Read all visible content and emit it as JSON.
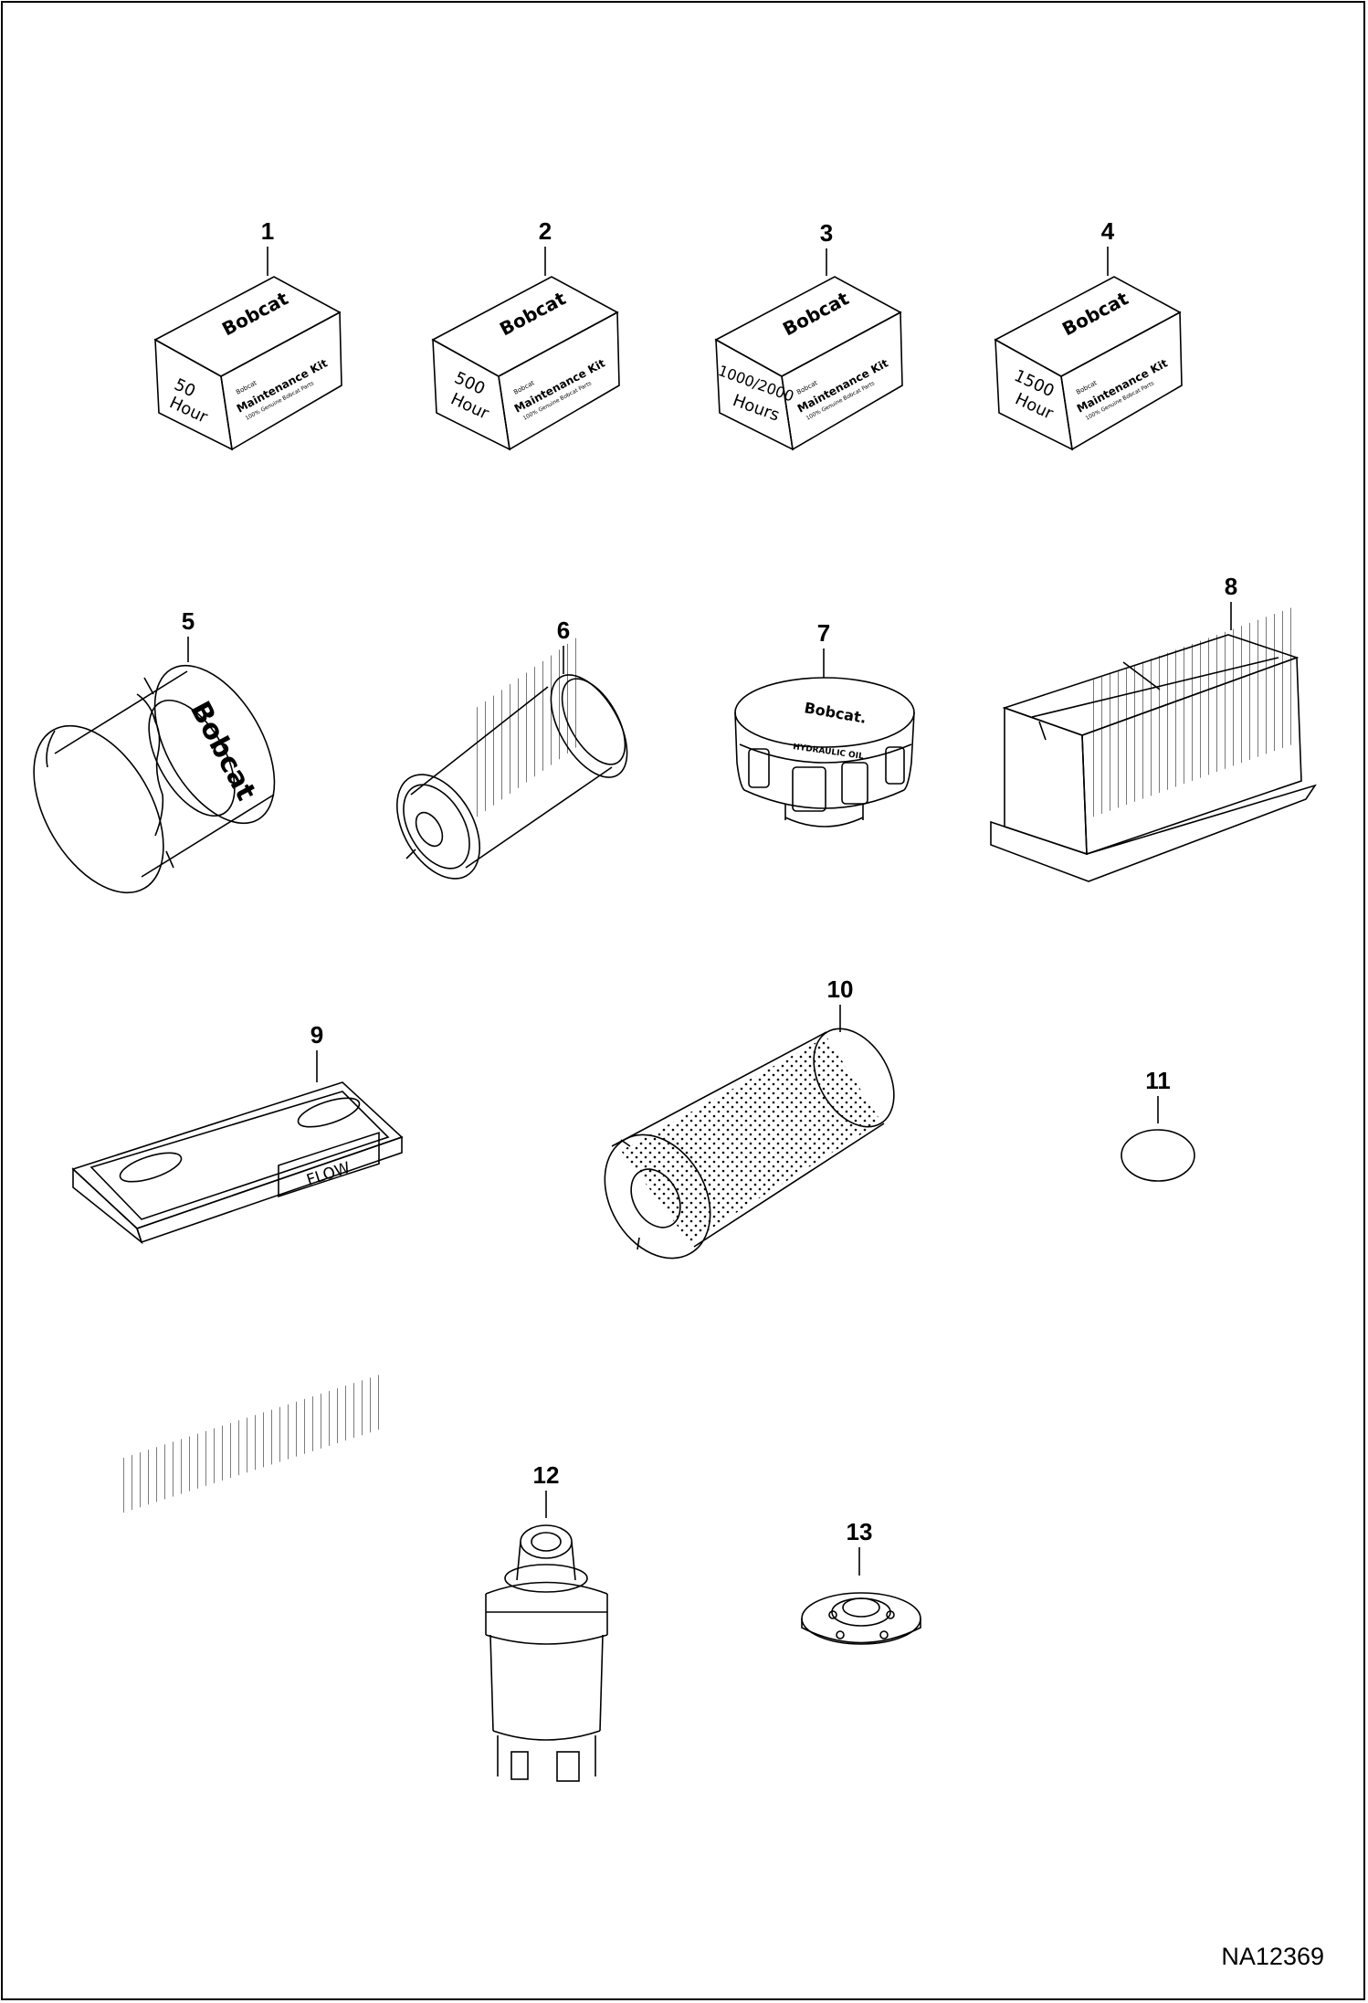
{
  "diagram": {
    "drawing_id": "NA12369",
    "callouts": [
      "1",
      "2",
      "3",
      "4",
      "5",
      "6",
      "7",
      "8",
      "9",
      "10",
      "11",
      "12",
      "13"
    ],
    "kits": [
      {
        "interval": "50",
        "unit": "Hour"
      },
      {
        "interval": "500",
        "unit": "Hour"
      },
      {
        "interval": "1000/2000",
        "unit": "Hours"
      },
      {
        "interval": "1500",
        "unit": "Hour"
      }
    ],
    "box_brand": "Bobcat",
    "box_small_brand": "Bobcat",
    "box_title": "Maintenance Kit",
    "box_subtitle": "100% Genuine Bobcat Parts",
    "filter_brand": "Bobcat",
    "cap_brand": "Bobcat.",
    "cap_label": "HYDRAULIC OIL",
    "flow_label": "FLOW"
  }
}
